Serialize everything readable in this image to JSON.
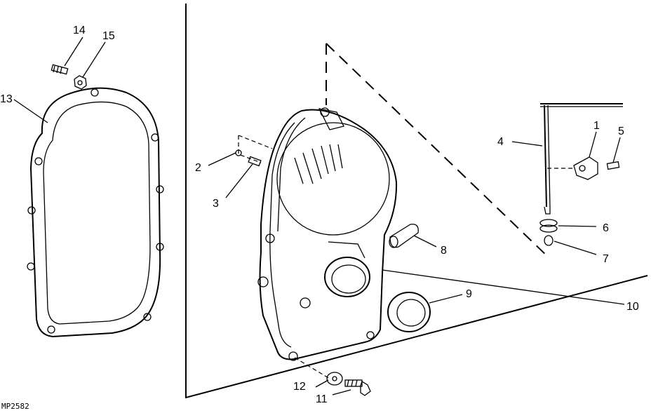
{
  "diagram": {
    "figure_id": "MP2582",
    "callouts": {
      "c1": "1",
      "c2": "2",
      "c3": "3",
      "c4": "4",
      "c5": "5",
      "c6": "6",
      "c7": "7",
      "c8": "8",
      "c9": "9",
      "c10": "10",
      "c11": "11",
      "c12": "12",
      "c13": "13",
      "c14": "14",
      "c15": "15"
    }
  }
}
